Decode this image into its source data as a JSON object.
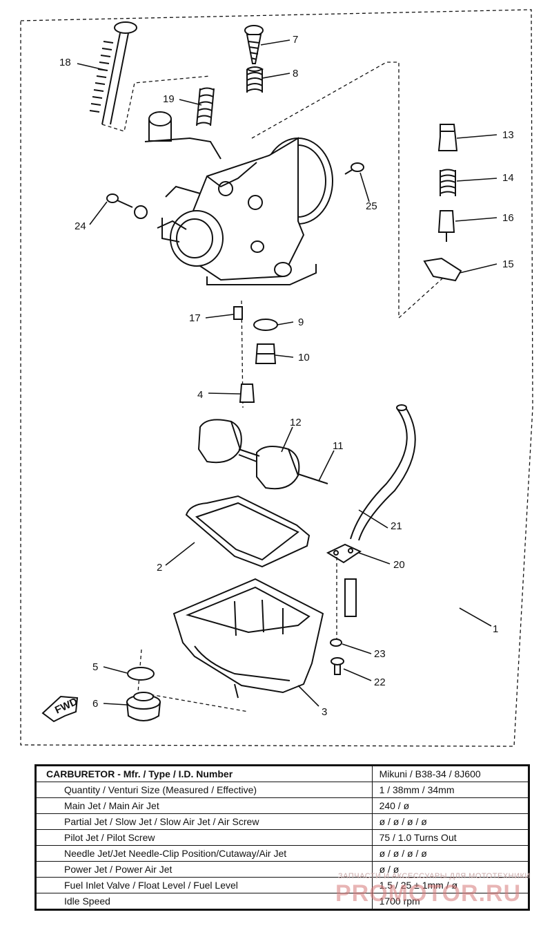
{
  "callouts": [
    "1",
    "2",
    "3",
    "4",
    "5",
    "6",
    "7",
    "8",
    "9",
    "10",
    "11",
    "12",
    "13",
    "14",
    "15",
    "16",
    "17",
    "18",
    "19",
    "20",
    "21",
    "22",
    "23",
    "24",
    "25"
  ],
  "fwd_label": "FWD",
  "table": {
    "header_label": "CARBURETOR - Mfr. / Type / I.D. Number",
    "header_value": "Mikuni / B38-34 / 8J600",
    "rows": [
      {
        "label": "Quantity / Venturi Size (Measured / Effective)",
        "value": "1 / 38mm / 34mm"
      },
      {
        "label": "Main Jet / Main Air Jet",
        "value": "240 / ø"
      },
      {
        "label": "Partial Jet / Slow Jet / Slow Air Jet / Air Screw",
        "value": "ø / ø / ø / ø"
      },
      {
        "label": "Pilot Jet / Pilot Screw",
        "value": "75 / 1.0 Turns Out"
      },
      {
        "label": "Needle Jet/Jet Needle-Clip Position/Cutaway/Air Jet",
        "value": "ø / ø / ø / ø"
      },
      {
        "label": "Power Jet / Power Air Jet",
        "value": "ø / ø"
      },
      {
        "label": "Fuel Inlet Valve / Float Level / Fuel Level",
        "value": "1.5 / 25 ± 1mm / ø"
      },
      {
        "label": "Idle Speed",
        "value": "1700 rpm"
      }
    ]
  },
  "watermark": {
    "top_text": "ЗАПЧАСТИ И АКСЕССУАРЫ ДЛЯ МОТОТЕХНИКИ",
    "main_text": "PROMOTOR.RU"
  }
}
